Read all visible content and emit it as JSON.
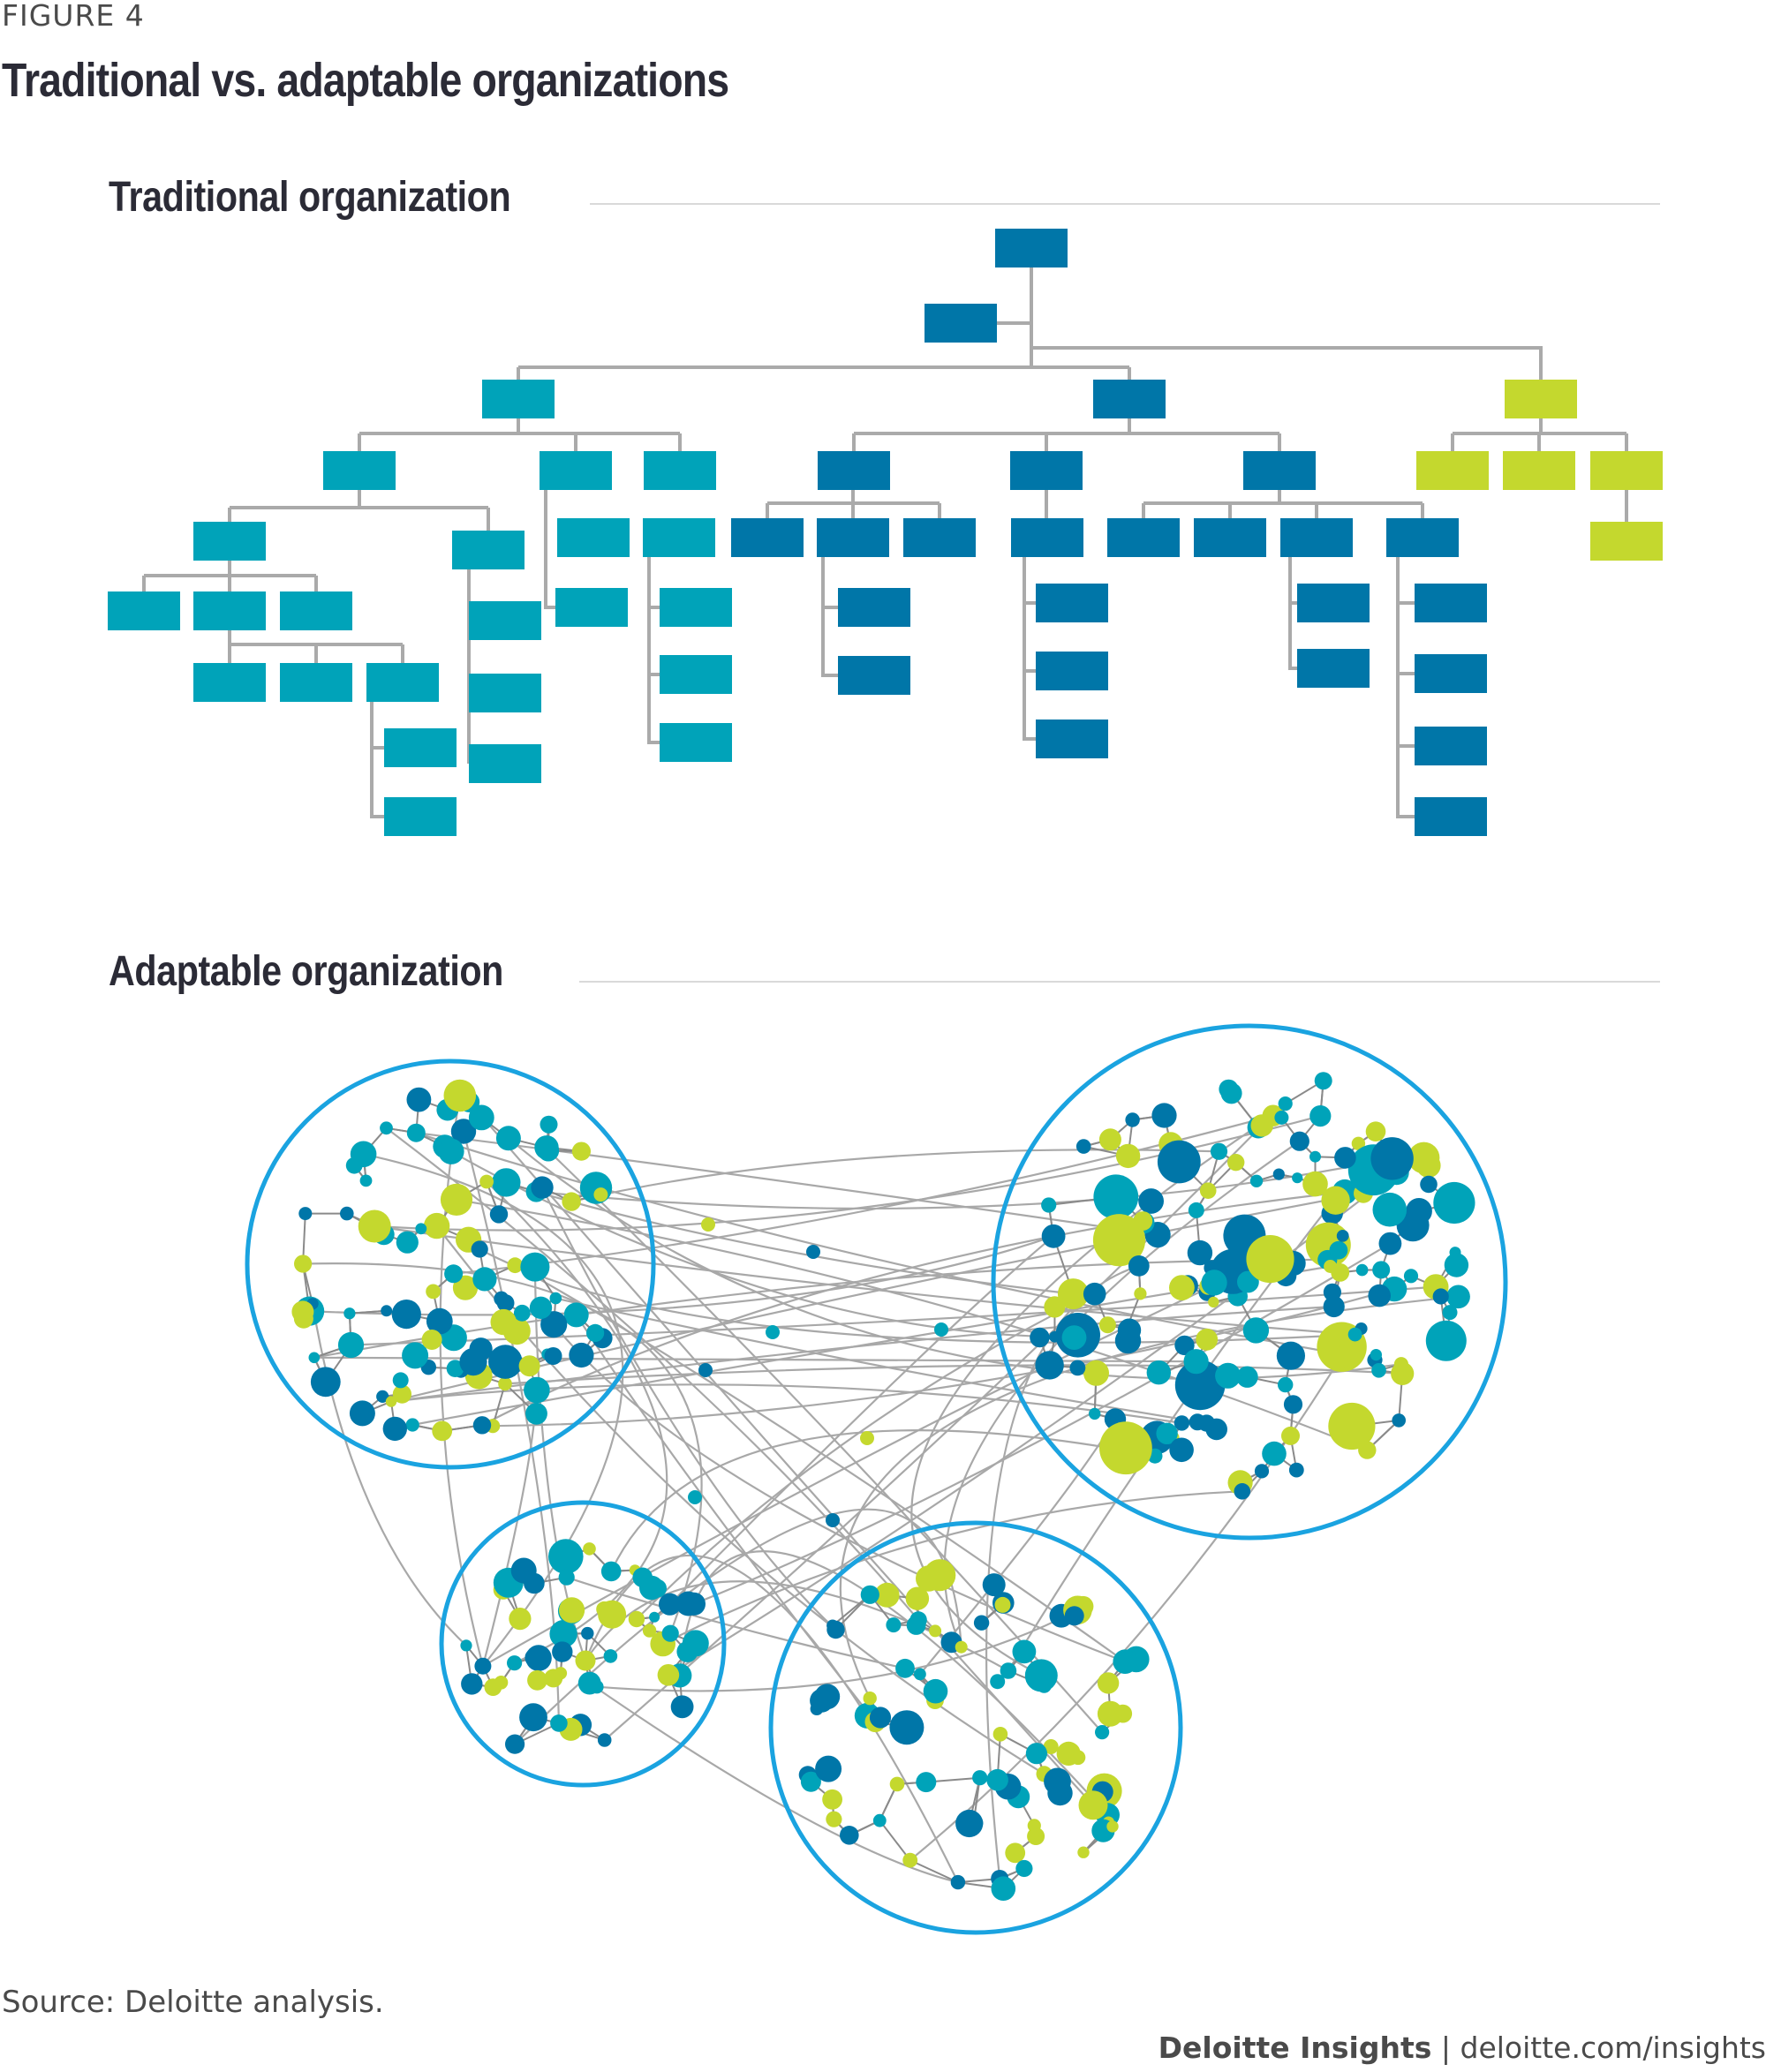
{
  "figure": {
    "label": "FIGURE 4",
    "title": "Traditional vs. adaptable organizations"
  },
  "sections": {
    "traditional": "Traditional organization",
    "adaptable": "Adaptable organization"
  },
  "source": "Source: Deloitte analysis.",
  "footer": {
    "brand": "Deloitte Insights",
    "separator": " | ",
    "url": "deloitte.com/insights"
  },
  "colors": {
    "navy": "#0076a8",
    "teal": "#00a3b9",
    "lime": "#c4d82e",
    "ring": "#1aa3e0",
    "connector": "#aaaaaa",
    "link": "#9a9a9a",
    "rule": "#d9d9d9"
  }
}
